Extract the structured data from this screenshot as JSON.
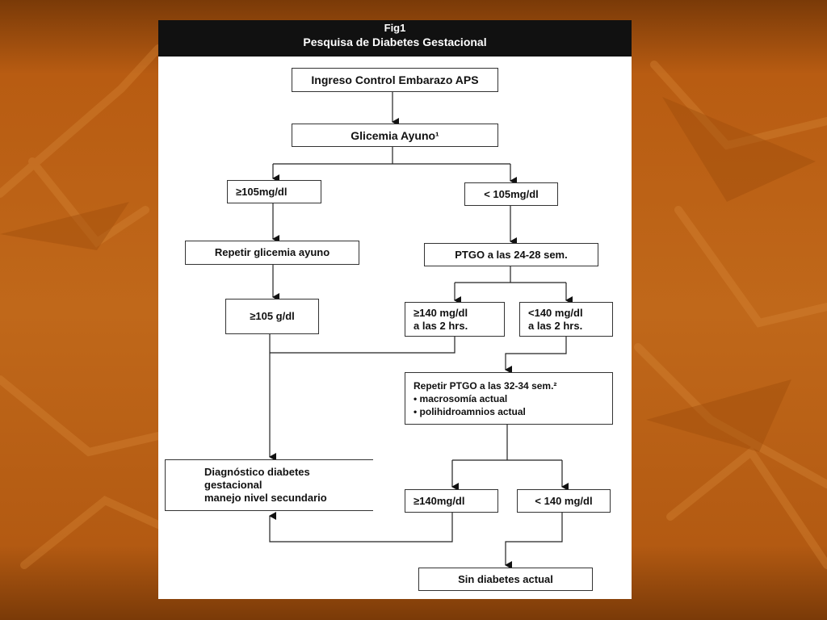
{
  "figure": {
    "label": "Fig1",
    "title": "Pesquisa de  Diabetes Gestacional"
  },
  "nodes": {
    "start": "Ingreso Control Embarazo APS",
    "fasting": "Glicemia Ayuno¹",
    "high_fasting": "≥105mg/dl",
    "low_fasting": "< 105mg/dl",
    "repeat_fasting": "Repetir glicemia ayuno",
    "ptgo_24": "PTGO a las 24-28 sem.",
    "confirm_high": "≥105 g/dl",
    "ptgo_high": [
      "≥140 mg/dl",
      "a las 2 hrs."
    ],
    "ptgo_low": [
      "<140 mg/dl",
      "a las 2 hrs."
    ],
    "repeat_ptgo": [
      "Repetir PTGO a las 32-34 sem.²",
      "• macrosomía actual",
      "• polihidroamnios actual"
    ],
    "diagnosis": [
      "Diagnóstico diabetes",
      "gestacional",
      "manejo nivel secundario"
    ],
    "final_high": "≥140mg/dl",
    "final_low": "< 140 mg/dl",
    "no_diabetes": "Sin diabetes actual"
  },
  "colors": {
    "background": "#b85c12",
    "header": "#111111",
    "box_border": "#333333"
  }
}
